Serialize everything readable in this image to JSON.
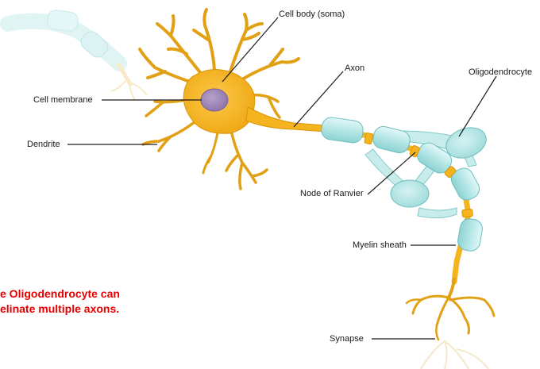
{
  "labels": {
    "cell_body": "Cell body (soma)",
    "axon": "Axon",
    "oligodendrocyte": "Oligodendrocyte",
    "cell_membrane": "Cell membrane",
    "dendrite": "Dendrite",
    "node_of_ranvier": "Node of Ranvier",
    "myelin_sheath": "Myelin sheath",
    "synapse": "Synapse"
  },
  "note": {
    "line1": "e Oligodendrocyte can",
    "line2": "elinate multiple axons."
  },
  "colors": {
    "neuron": "#f5b41e",
    "neuron_stroke": "#d7960a",
    "nucleus": "#9b82b4",
    "myelin": "#b4e6e6",
    "myelin_stroke": "#6ebebe",
    "label_line": "#1a1a1a",
    "note": "#e60000"
  }
}
